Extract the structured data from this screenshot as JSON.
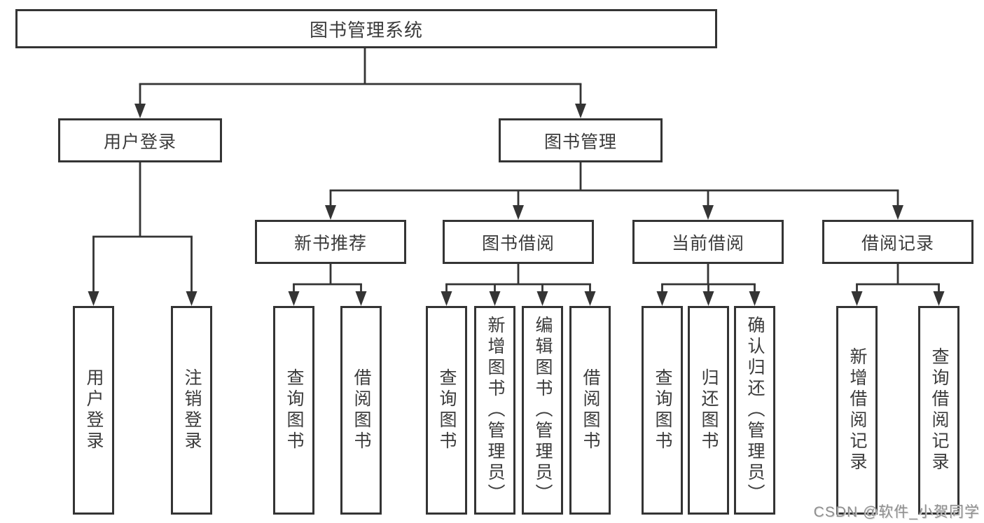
{
  "tree": {
    "root": {
      "label": "图书管理系统",
      "children": [
        {
          "label": "用户登录",
          "children": [
            {
              "label": "用户登录"
            },
            {
              "label": "注销登录"
            }
          ]
        },
        {
          "label": "图书管理",
          "children": [
            {
              "label": "新书推荐",
              "children": [
                {
                  "label": "查询图书"
                },
                {
                  "label": "借阅图书"
                }
              ]
            },
            {
              "label": "图书借阅",
              "children": [
                {
                  "label": "查询图书"
                },
                {
                  "label": "新增图书（管理员）"
                },
                {
                  "label": "编辑图书（管理员）"
                },
                {
                  "label": "借阅图书"
                }
              ]
            },
            {
              "label": "当前借阅",
              "children": [
                {
                  "label": "查询图书"
                },
                {
                  "label": "归还图书"
                },
                {
                  "label": "确认归还（管理员）"
                }
              ]
            },
            {
              "label": "借阅记录",
              "children": [
                {
                  "label": "新增借阅记录"
                },
                {
                  "label": "查询借阅记录"
                }
              ]
            }
          ]
        }
      ]
    }
  },
  "watermark": {
    "text": "CSDN @软件_小贺同学"
  },
  "colors": {
    "line": "#343434",
    "box_border": "#343434",
    "text": "#3b3b3b",
    "watermark": "#8f8f8f",
    "background": "#ffffff"
  }
}
